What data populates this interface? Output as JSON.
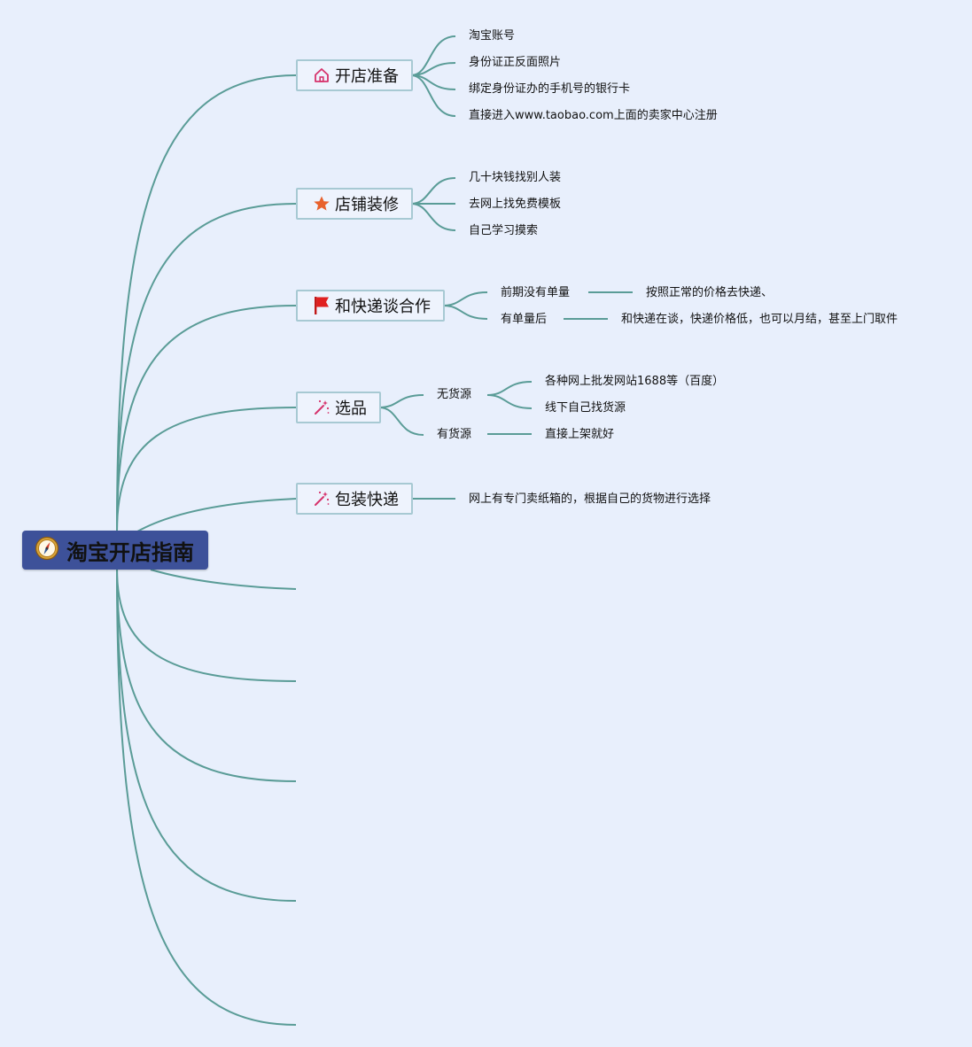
{
  "root": {
    "label": "淘宝开店指南",
    "icon": "compass-icon"
  },
  "colors": {
    "line": "#5a9c97",
    "root_bg": "#3d5199",
    "node_border": "#a7c9d3",
    "background": "#e8effc"
  },
  "topics": [
    {
      "label": "开店准备",
      "icon": "home-icon",
      "children": [
        "淘宝账号",
        "身份证正反面照片",
        "绑定身份证办的手机号的银行卡",
        "直接进入www.taobao.com上面的卖家中心注册"
      ]
    },
    {
      "label": "店铺装修",
      "icon": "star-icon",
      "children": [
        "几十块钱找别人装",
        "去网上找免费模板",
        "自己学习摸索"
      ]
    },
    {
      "label": "和快递谈合作",
      "icon": "flag-icon",
      "children": [
        {
          "label": "前期没有单量",
          "child": "按照正常的价格去快递、"
        },
        {
          "label": "有单量后",
          "child": "和快递在谈，快递价格低，也可以月结，甚至上门取件"
        }
      ]
    },
    {
      "label": "选品",
      "icon": "magic-wand-icon",
      "children": [
        {
          "label": "无货源",
          "children": [
            "各种网上批发网站1688等（百度）",
            "线下自己找货源"
          ]
        },
        {
          "label": "有货源",
          "child": "直接上架就好"
        }
      ]
    },
    {
      "label": "包装快递",
      "icon": "magic-wand-icon",
      "children": [
        "网上有专门卖纸箱的，根据自己的货物进行选择"
      ]
    }
  ]
}
